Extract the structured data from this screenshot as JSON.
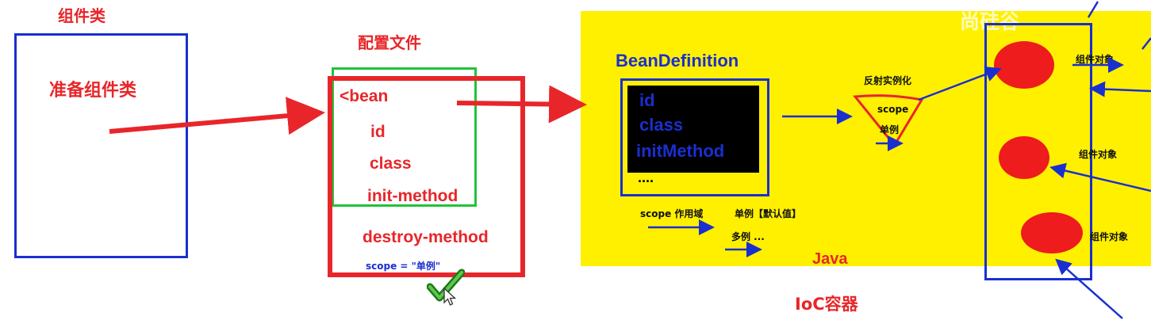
{
  "component": {
    "title": "组件类",
    "box_text": "准备组件类"
  },
  "config": {
    "title": "配置文件",
    "lines": [
      "<bean",
      "id",
      "class",
      "init-method",
      "destroy-method"
    ],
    "scope_note": "scope = \"单例\""
  },
  "bean_definition": {
    "title": "BeanDefinition",
    "fields": [
      "id",
      "class",
      "initMethod"
    ],
    "ellipsis": "...."
  },
  "reflect": {
    "label": "反射实例化",
    "scope": "scope",
    "singleton": "单例"
  },
  "scope_info": {
    "scope_label": "scope 作用域",
    "singleton_default": "单例【默认值】",
    "prototype": "多例 ..."
  },
  "java_label": "Java",
  "ioc_label": "IoC容器",
  "watermark": "尚硅谷",
  "objects": [
    "组件对象",
    "组件对象",
    "组件对象"
  ],
  "colors": {
    "red": "#e8262a",
    "blue": "#1a2fd0",
    "yellow": "#fff000",
    "green": "#22c23a",
    "black": "#000000"
  }
}
